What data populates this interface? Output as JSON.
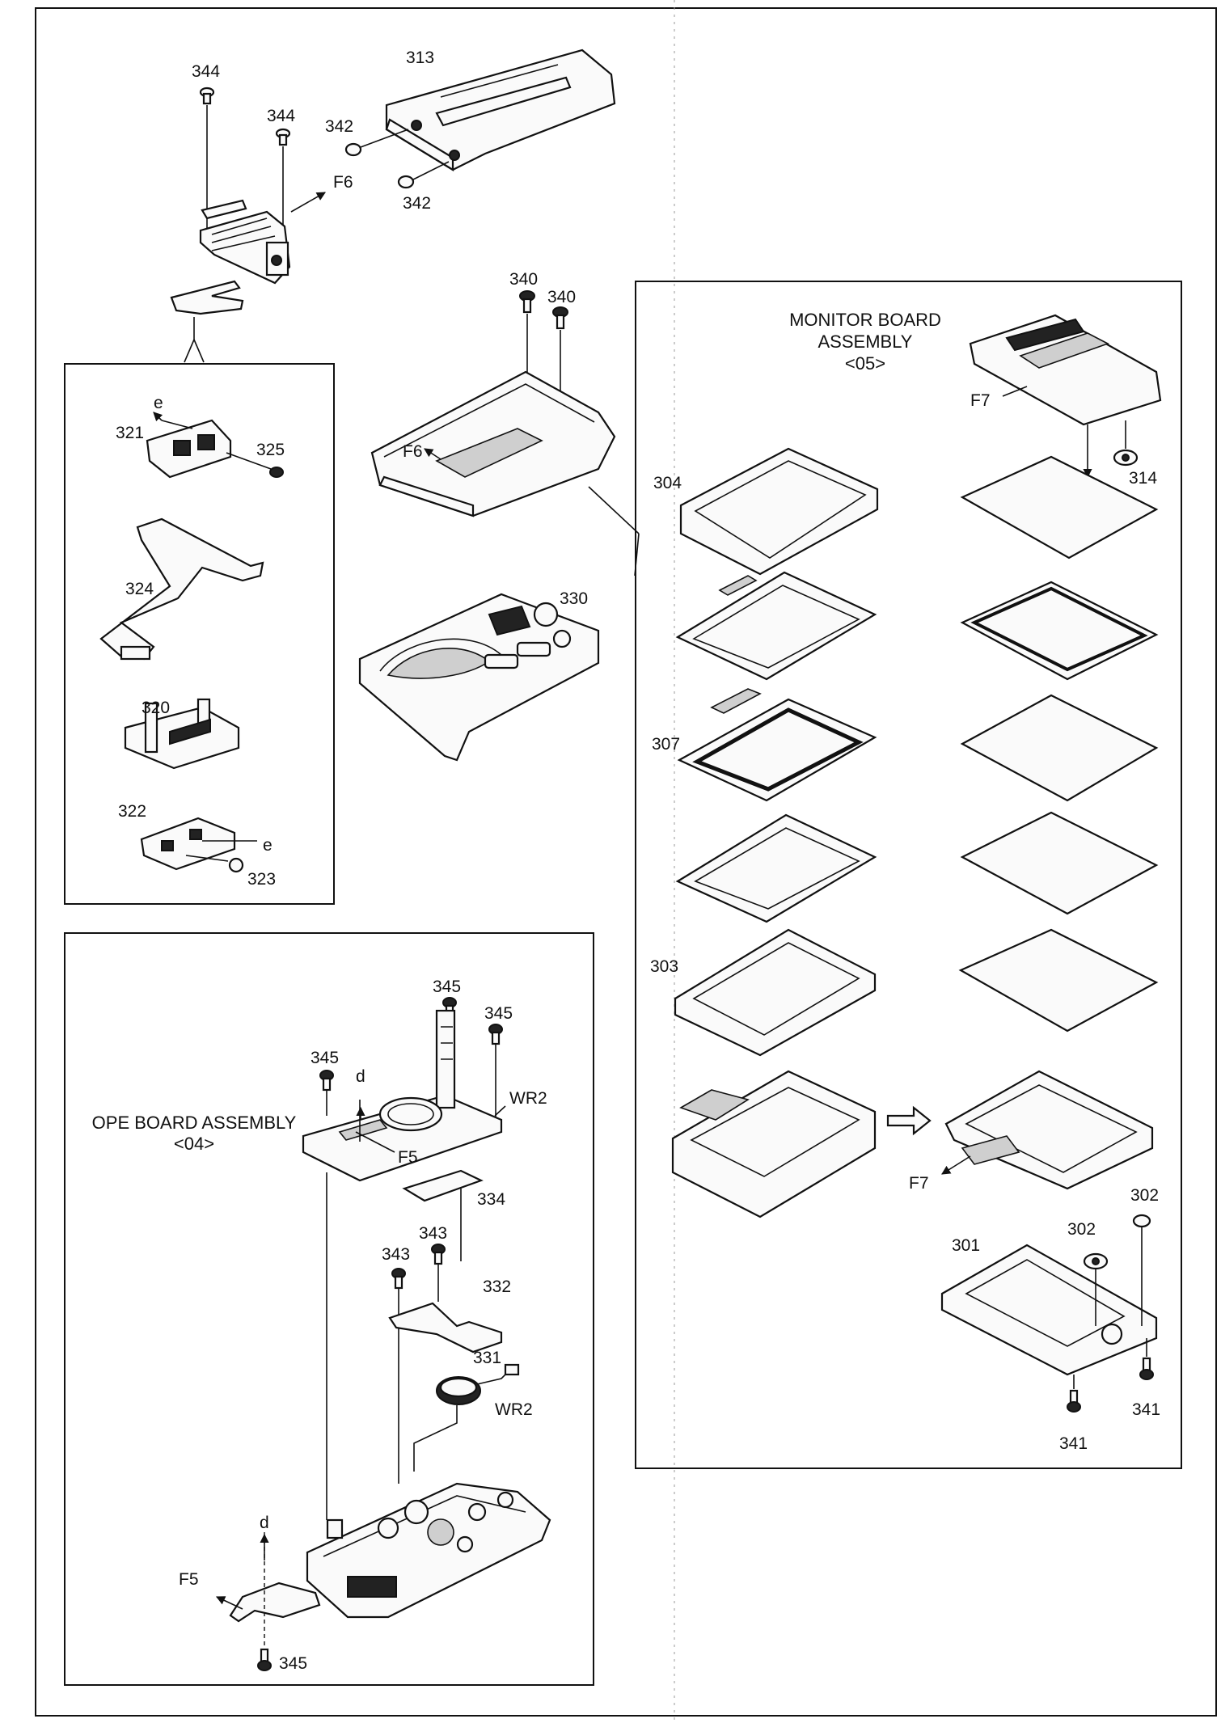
{
  "labels": {
    "p344a": "344",
    "p344b": "344",
    "p313": "313",
    "p342a": "342",
    "p342b": "342",
    "f6a": "F6",
    "p340a": "340",
    "p340b": "340",
    "f6b": "F6",
    "p321": "321",
    "p325": "325",
    "e1": "e",
    "p324": "324",
    "p320": "320",
    "p322": "322",
    "e2": "e",
    "p323": "323",
    "p330": "330",
    "monitor_title_1": "MONITOR BOARD",
    "monitor_title_2": "ASSEMBLY",
    "monitor_title_3": "<05>",
    "f7a": "F7",
    "p314": "314",
    "p304": "304",
    "p307": "307",
    "p303": "303",
    "f7b": "F7",
    "p302a": "302",
    "p302b": "302",
    "p301": "301",
    "p341a": "341",
    "p341b": "341",
    "ope_title_1": "OPE BOARD ASSEMBLY",
    "ope_title_2": "<04>",
    "p345a": "345",
    "p345b": "345",
    "p345c": "345",
    "d1": "d",
    "wr2a": "WR2",
    "f5a": "F5",
    "p334": "334",
    "p343a": "343",
    "p343b": "343",
    "p332": "332",
    "p331": "331",
    "wr2b": "WR2",
    "d2": "d",
    "f5b": "F5",
    "p345d": "345"
  }
}
